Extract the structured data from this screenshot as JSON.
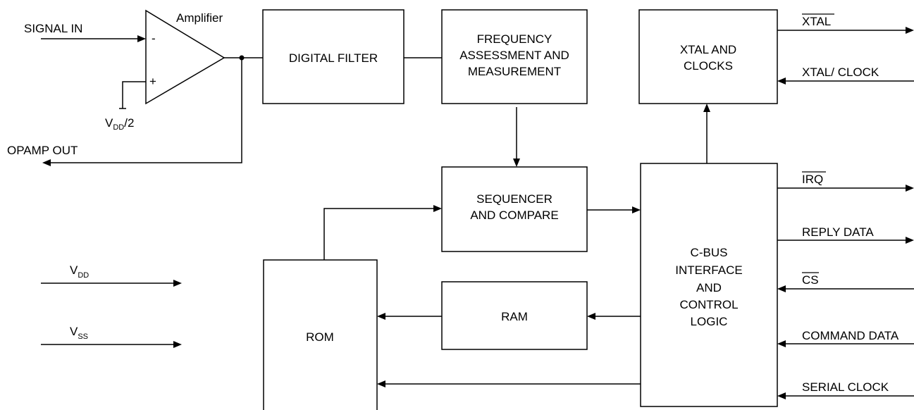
{
  "amplifier": {
    "label": "Amplifier",
    "minus": "-",
    "plus": "+"
  },
  "blocks": {
    "digital_filter": [
      "DIGITAL FILTER"
    ],
    "frequency": [
      "FREQUENCY",
      "ASSESSMENT AND",
      "MEASUREMENT"
    ],
    "xtal_clocks": [
      "XTAL AND",
      "CLOCKS"
    ],
    "sequencer": [
      "SEQUENCER",
      "AND COMPARE"
    ],
    "rom": [
      "ROM"
    ],
    "ram": [
      "RAM"
    ],
    "cbus": [
      "C-BUS",
      "INTERFACE",
      "AND",
      "CONTROL",
      "LOGIC"
    ]
  },
  "signals": {
    "signal_in": "SIGNAL IN",
    "opamp_out": "OPAMP OUT",
    "vdd_half": {
      "main": "V",
      "sub": "DD",
      "suffix": "/2"
    },
    "vdd": {
      "main": "V",
      "sub": "DD"
    },
    "vss": {
      "main": "V",
      "sub": "SS"
    },
    "xtal_bar": "XTAL",
    "xtal_clock": "XTAL/ CLOCK",
    "irq_bar": "IRQ",
    "reply_data": "REPLY DATA",
    "cs_bar": "CS",
    "command_data": "COMMAND DATA",
    "serial_clock": "SERIAL CLOCK"
  }
}
